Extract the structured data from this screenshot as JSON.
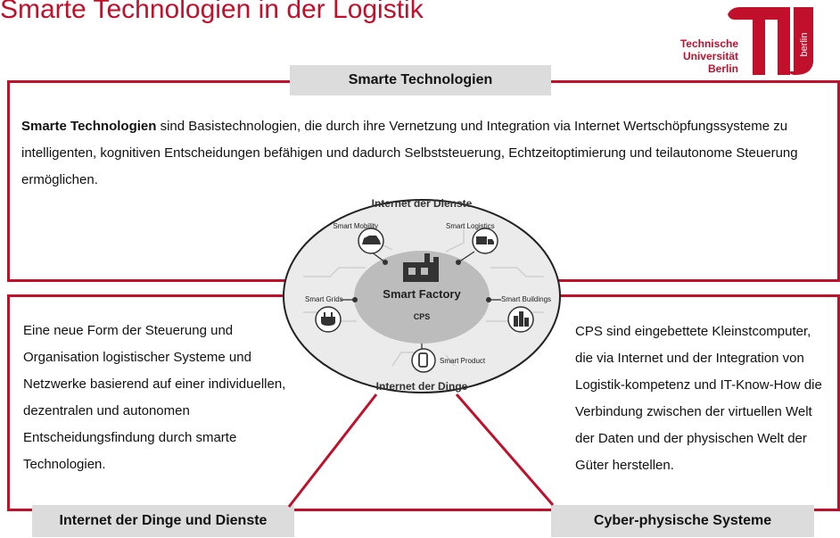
{
  "page": {
    "title": "Smarte Technologien in der Logistik"
  },
  "logo": {
    "line1": "Technische",
    "line2": "Universität",
    "line3": "Berlin",
    "vertical": "berlin",
    "icon": "tu-berlin-logo-icon"
  },
  "top_section": {
    "tag": "Smarte Technologien",
    "text_bold": "Smarte Technologien",
    "text_rest": " sind Basistechnologien, die durch ihre Vernetzung und Integration via Internet Wertschöpfungssysteme zu intelligenten, kognitiven Entscheidungen befähigen und dadurch Selbststeuerung, Echtzeitoptimierung und teilautonome Steuerung ermöglichen."
  },
  "left_section": {
    "tag": "Internet der Dinge und Dienste",
    "text": "Eine neue Form der Steuerung und Organisation logistischer Systeme und Netzwerke basierend auf einer individuellen, dezentralen und autonomen Entscheidungsfindung durch smarte Technologien."
  },
  "right_section": {
    "tag": "Cyber-physische Systeme",
    "text": "CPS sind eingebettete Kleinstcomputer, die via Internet und der Integration von Logistik-kompetenz und IT-Know-How die Verbindung zwischen der virtuellen Welt der Daten und der physischen Welt der Güter herstellen."
  },
  "diagram": {
    "top_arc": "Internet der Dienste",
    "bottom_arc": "Internet der Dinge",
    "center": "Smart Factory",
    "center_sub": "CPS",
    "nodes": {
      "mobility": "Smart Mobility",
      "logistics": "Smart Logistics",
      "grids": "Smart Grids",
      "buildings": "Smart Buildings",
      "product": "Smart Product"
    },
    "colors": {
      "accent": "#c0102b",
      "outer": "#e6e6e6",
      "inner": "#bdbdbd"
    }
  }
}
